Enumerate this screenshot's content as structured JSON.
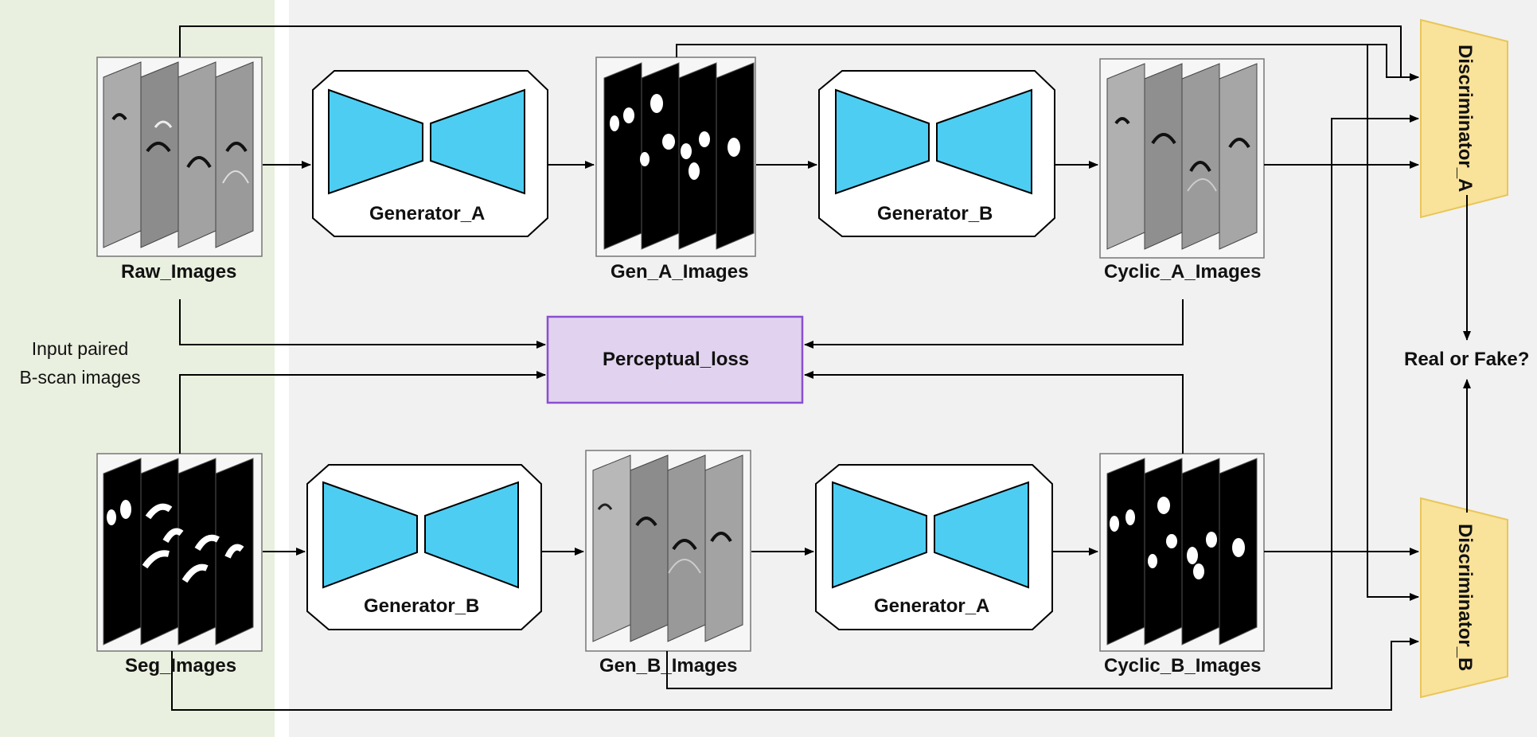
{
  "input_label_line1": "Input paired",
  "input_label_line2": "B-scan images",
  "nodes": {
    "raw_images": "Raw_Images",
    "seg_images": "Seg_Images",
    "gen_a_images": "Gen_A_Images",
    "gen_b_images": "Gen_B_Images",
    "cyclic_a_images": "Cyclic_A_Images",
    "cyclic_b_images": "Cyclic_B_Images",
    "generator_a_top": "Generator_A",
    "generator_b_top": "Generator_B",
    "generator_b_bottom": "Generator_B",
    "generator_a_bottom": "Generator_A",
    "perceptual_loss": "Perceptual_loss",
    "discriminator_a": "Discriminator_A",
    "discriminator_b": "Discriminator_B",
    "real_or_fake": "Real or Fake?"
  },
  "colors": {
    "input_panel": "#e9f0df",
    "main_panel": "#f1f1f1",
    "generator_fill": "#4ecdf2",
    "loss_fill": "#e1d3ef",
    "loss_border": "#8a4fcf",
    "discriminator_fill": "#f9e29a",
    "discriminator_border": "#e8c65a"
  }
}
